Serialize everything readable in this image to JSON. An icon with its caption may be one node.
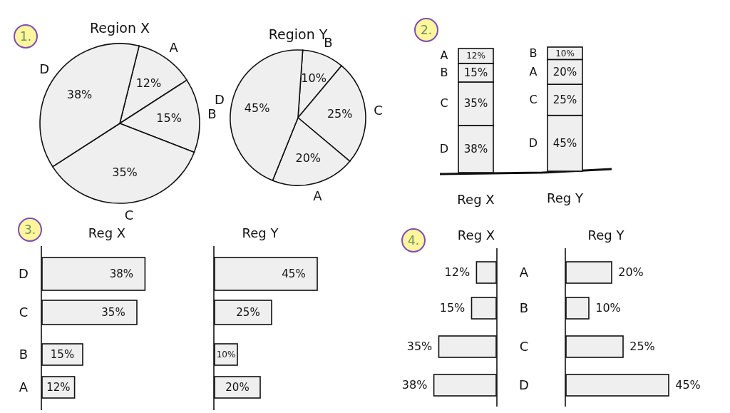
{
  "diagram": {
    "labels": [
      "1.",
      "2.",
      "3.",
      "4."
    ],
    "chart_data": [
      {
        "type": "pie",
        "title": "Region X",
        "categories": [
          "A",
          "B",
          "C",
          "D"
        ],
        "values": [
          12,
          15,
          35,
          38
        ],
        "value_labels": [
          "12%",
          "15%",
          "35%",
          "38%"
        ]
      },
      {
        "type": "pie",
        "title": "Region Y",
        "categories": [
          "B",
          "C",
          "A",
          "D"
        ],
        "values": [
          10,
          25,
          20,
          45
        ],
        "value_labels": [
          "10%",
          "25%",
          "20%",
          "45%"
        ]
      },
      {
        "type": "bar",
        "stacked": true,
        "categories": [
          "Reg X"
        ],
        "series": [
          {
            "name": "D",
            "values": [
              38
            ],
            "value_labels": [
              "38%"
            ]
          },
          {
            "name": "C",
            "values": [
              35
            ],
            "value_labels": [
              "35%"
            ]
          },
          {
            "name": "B",
            "values": [
              15
            ],
            "value_labels": [
              "15%"
            ]
          },
          {
            "name": "A",
            "values": [
              12
            ],
            "value_labels": [
              "12%"
            ]
          }
        ]
      },
      {
        "type": "bar",
        "stacked": true,
        "categories": [
          "Reg Y"
        ],
        "series": [
          {
            "name": "D",
            "values": [
              45
            ],
            "value_labels": [
              "45%"
            ]
          },
          {
            "name": "C",
            "values": [
              25
            ],
            "value_labels": [
              "25%"
            ]
          },
          {
            "name": "A",
            "values": [
              20
            ],
            "value_labels": [
              "20%"
            ]
          },
          {
            "name": "B",
            "values": [
              10
            ],
            "value_labels": [
              "10%"
            ]
          }
        ]
      },
      {
        "type": "bar",
        "orientation": "horizontal",
        "title": "Reg X",
        "categories": [
          "D",
          "C",
          "B",
          "A"
        ],
        "values": [
          38,
          35,
          15,
          12
        ],
        "value_labels": [
          "38%",
          "35%",
          "15%",
          "12%"
        ]
      },
      {
        "type": "bar",
        "orientation": "horizontal",
        "title": "Reg Y",
        "values": [
          45,
          25,
          10,
          20
        ],
        "value_labels": [
          "45%",
          "25%",
          "10%",
          "20%"
        ]
      },
      {
        "type": "bar",
        "orientation": "horizontal",
        "title": "Reg X",
        "categories": [
          "A",
          "B",
          "C",
          "D"
        ],
        "values": [
          12,
          15,
          35,
          38
        ],
        "value_labels": [
          "12%",
          "15%",
          "35%",
          "38%"
        ]
      },
      {
        "type": "bar",
        "orientation": "horizontal",
        "title": "Reg Y",
        "values": [
          20,
          10,
          25,
          45
        ],
        "value_labels": [
          "20%",
          "10%",
          "25%",
          "45%"
        ]
      }
    ]
  }
}
